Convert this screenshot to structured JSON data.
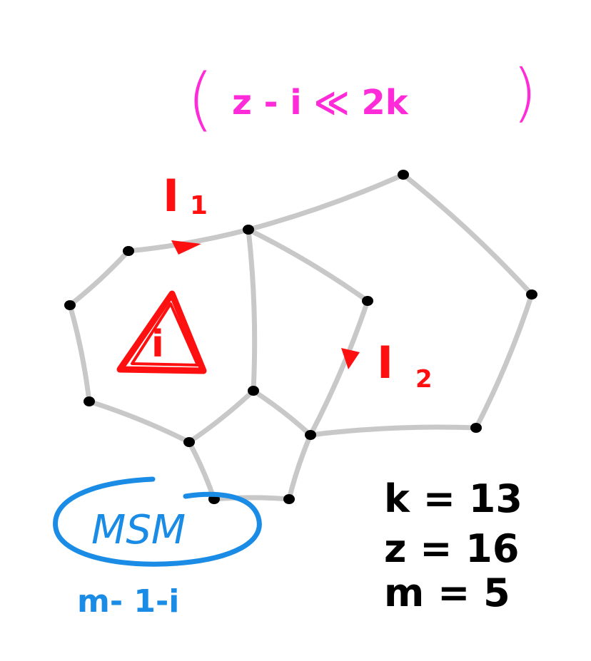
{
  "colors": {
    "edge": "#c8c8c8",
    "node": "#000000",
    "red": "#ff1010",
    "magenta": "#ff2bd8",
    "blue": "#1a8ce6",
    "black": "#000000"
  },
  "condition": {
    "open_paren": "(",
    "text": "z - i  ≪  2k",
    "close_paren": ")"
  },
  "labels": {
    "i1_main": "I",
    "i1_sub": "1",
    "i2_main": "I",
    "i2_sub": "2",
    "triangle_mark": "i",
    "msm": "MSM",
    "msm_sub": "m- 1-i"
  },
  "params": [
    {
      "text": "k = 13"
    },
    {
      "text": "z = 16"
    },
    {
      "text": "m = 5"
    }
  ]
}
